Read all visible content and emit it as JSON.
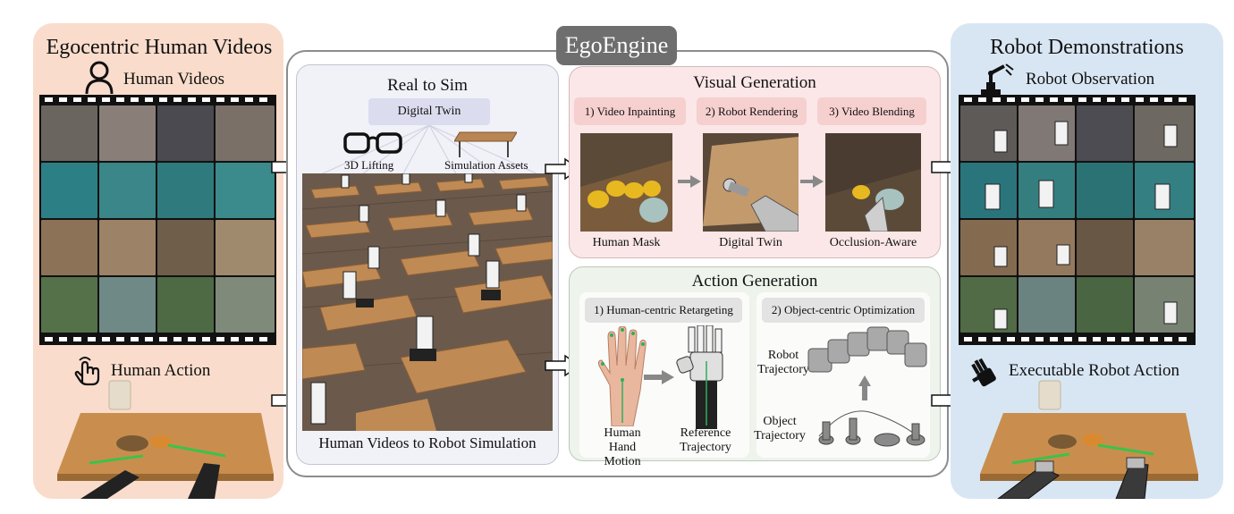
{
  "engine": {
    "title": "EgoEngine"
  },
  "left": {
    "title": "Egocentric Human Videos",
    "videos_label": "Human Videos",
    "action_label": "Human Action"
  },
  "right": {
    "title": "Robot Demonstrations",
    "observation_label": "Robot Observation",
    "action_label": "Executable Robot Action"
  },
  "real_to_sim": {
    "title": "Real to Sim",
    "digital_twin": "Digital Twin",
    "lifting": "3D Lifting",
    "assets": "Simulation Assets",
    "caption": "Human Videos to Robot Simulation"
  },
  "visual_generation": {
    "title": "Visual Generation",
    "steps": [
      "1) Video Inpainting",
      "2) Robot Rendering",
      "3) Video Blending"
    ],
    "captions": [
      "Human Mask",
      "Digital Twin",
      "Occlusion-Aware"
    ]
  },
  "action_generation": {
    "title": "Action Generation",
    "step1": "1) Human-centric Retargeting",
    "step2": "2) Object-centric Optimization",
    "hand_motion": [
      "Human",
      "Hand Motion"
    ],
    "reference": [
      "Reference",
      "Trajectory"
    ],
    "robot_traj": [
      "Robot",
      "Trajectory"
    ],
    "object_traj": [
      "Object",
      "Trajectory"
    ]
  },
  "colors": {
    "human_panel": "#f9dccb",
    "robot_panel": "#d8e6f4",
    "engine_tab": "#6e6e6e",
    "visual_bg": "#fbe7e7",
    "action_bg": "#eef3ec",
    "trajectory": "#3cc24a"
  }
}
